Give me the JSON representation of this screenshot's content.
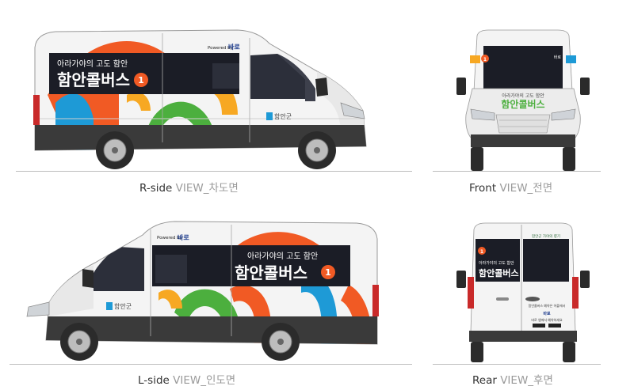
{
  "views": {
    "r_side": {
      "name": "R-side",
      "view": " VIEW_차도면"
    },
    "front": {
      "name": "Front",
      "view": " VIEW_전면"
    },
    "l_side": {
      "name": "L-side",
      "view": " VIEW_인도면"
    },
    "rear": {
      "name": "Rear",
      "view": " VIEW_후면"
    }
  },
  "bus": {
    "tagline": "아라가야의 고도 함안",
    "name": "함안콜버스",
    "number": "1",
    "powered_by": "Powered by",
    "brand": "바로",
    "logo_text": "함안군",
    "rear_info_1": "함안콜버스 예약은 어플에서",
    "rear_info_2": "바로 앱에서 예약하세요",
    "rear_badge": "함안군 가야의 향기"
  },
  "colors": {
    "orange": "#f15a24",
    "blue": "#1e9ad6",
    "green": "#4caf3e",
    "yellow": "#f7a823",
    "dark_panel": "#1b1d26",
    "body": "#f4f4f4",
    "skirt": "#3a3a3a"
  }
}
